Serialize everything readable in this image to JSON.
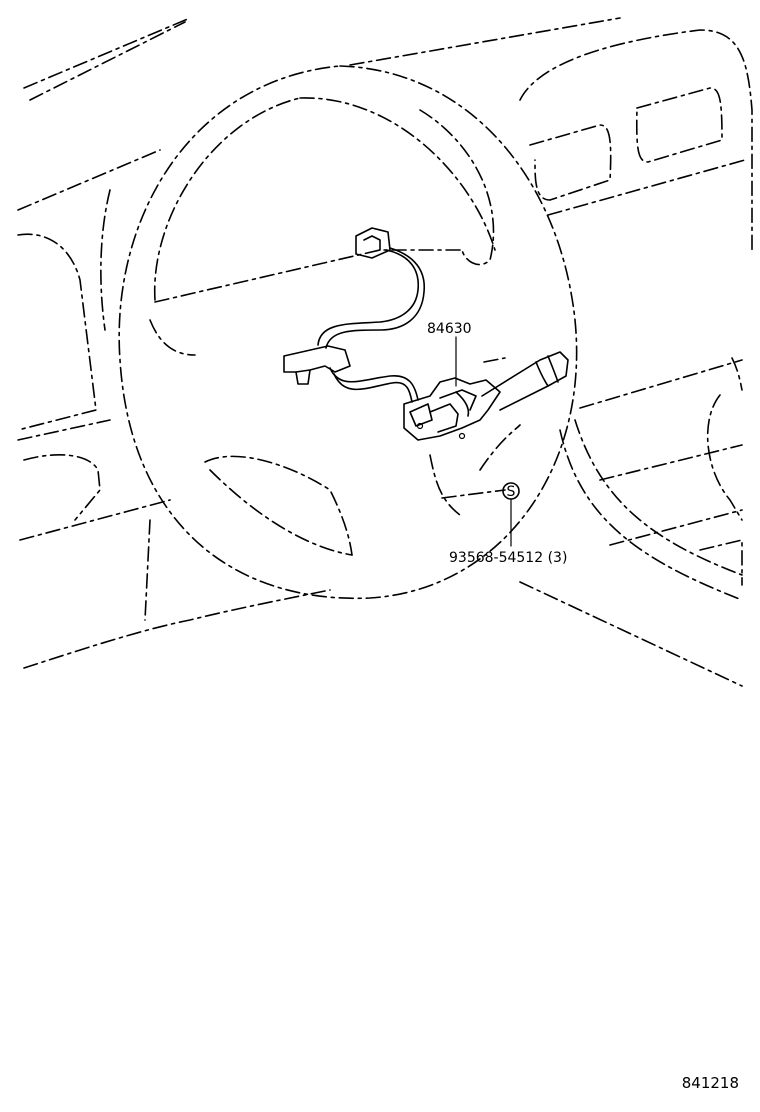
{
  "parts": {
    "switch_assembly": "84630",
    "screw": "93568-54512 (3)",
    "screw_symbol": "S"
  },
  "figure_code": "841218",
  "colors": {
    "line": "#000000",
    "background": "#ffffff"
  },
  "icons": {
    "screw": "screw-icon"
  }
}
